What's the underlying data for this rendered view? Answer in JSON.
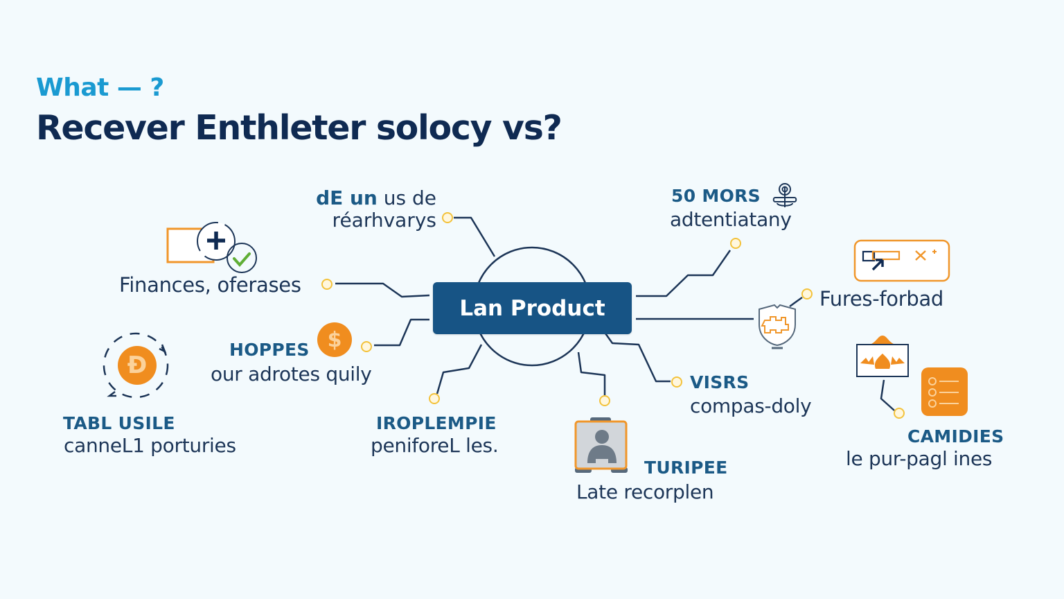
{
  "header": {
    "kicker": "What — ?",
    "headline": "Recever Enthleter solocy vs?"
  },
  "center": {
    "label": "Lan Product",
    "fill": "#175485"
  },
  "colors": {
    "background": "#f3fafd",
    "accent_blue": "#1a9ad1",
    "navy": "#0f2a52",
    "title_blue": "#1b5a86",
    "orange": "#f08d1f",
    "connector_dot": "#f3c23b",
    "wire": "#1c3557"
  },
  "nodes": {
    "top_center": {
      "title": "dE un",
      "title_rest": "us de",
      "subtitle": "réarhvarys"
    },
    "finances": {
      "subtitle": "Finances, oferases",
      "icon": "add-document-check-icon"
    },
    "hoppes": {
      "title": "HOPPES",
      "subtitle": "our adrotes quily",
      "icon": "dollar-coin-icon",
      "icon_glyph": "$"
    },
    "tabl_usile": {
      "title": "TABL USILE",
      "subtitle": "canneL1 porturies",
      "icon": "coin-cycle-icon",
      "icon_glyph": "Đ"
    },
    "iroplempie": {
      "title": "IROPLEMPIE",
      "subtitle": "peniforeL les."
    },
    "turipee": {
      "title": "TURIPEE",
      "subtitle": "Late recorplen",
      "icon": "person-photo-frame-icon"
    },
    "visrs": {
      "title": "VISRS",
      "subtitle": "compas-doly"
    },
    "mors": {
      "title": "50 MORS",
      "subtitle": "adtentiatany",
      "icon": "antenna-tower-icon"
    },
    "fures": {
      "subtitle": "Fures-forbad",
      "icon": "cursor-window-icon",
      "shield_icon": "shield-puzzle-icon"
    },
    "camidies": {
      "title": "CAMIDIES",
      "subtitle": "le pur-pagl ines",
      "icon": "checklist-icon",
      "panel_icon": "flame-panel-icon"
    }
  }
}
